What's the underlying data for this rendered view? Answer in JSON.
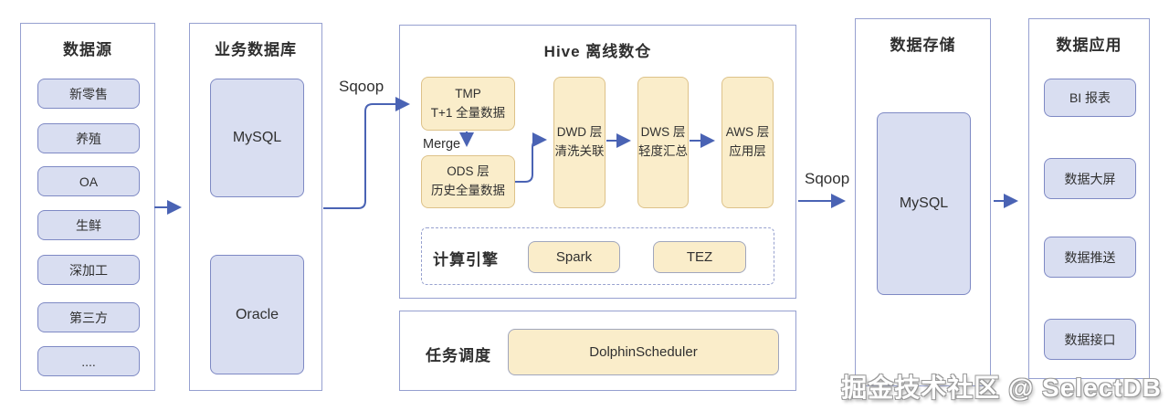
{
  "watermark": "掘金技术社区 @ SelectDB",
  "colors": {
    "container_border": "#96a0d0",
    "lavender_fill": "#d9def1",
    "lavender_border": "#7e89c4",
    "yellow_fill": "#faedca",
    "yellow_border": "#ddc289",
    "arrow": "#4a63b4"
  },
  "columns": {
    "data_source": {
      "title": "数据源",
      "items": [
        "新零售",
        "养殖",
        "OA",
        "生鲜",
        "深加工",
        "第三方",
        "...."
      ]
    },
    "business_db": {
      "title": "业务数据库",
      "items": [
        "MySQL",
        "Oracle"
      ]
    },
    "hive": {
      "title": "Hive 离线数仓",
      "tmp": {
        "line1": "TMP",
        "line2": "T+1 全量数据"
      },
      "merge_label": "Merge",
      "ods": {
        "line1": "ODS 层",
        "line2": "历史全量数据"
      },
      "dwd": {
        "line1": "DWD 层",
        "line2": "清洗关联"
      },
      "dws": {
        "line1": "DWS 层",
        "line2": "轻度汇总"
      },
      "aws": {
        "line1": "AWS 层",
        "line2": "应用层"
      },
      "compute": {
        "label": "计算引擎",
        "engines": [
          "Spark",
          "TEZ"
        ]
      }
    },
    "scheduler": {
      "label": "任务调度",
      "box": "DolphinScheduler"
    },
    "data_storage": {
      "title": "数据存储",
      "items": [
        "MySQL"
      ]
    },
    "data_app": {
      "title": "数据应用",
      "items": [
        "BI 报表",
        "数据大屏",
        "数据推送",
        "数据接口"
      ]
    }
  },
  "arrows": {
    "sqoop_in_label": "Sqoop",
    "sqoop_out_label": "Sqoop"
  }
}
